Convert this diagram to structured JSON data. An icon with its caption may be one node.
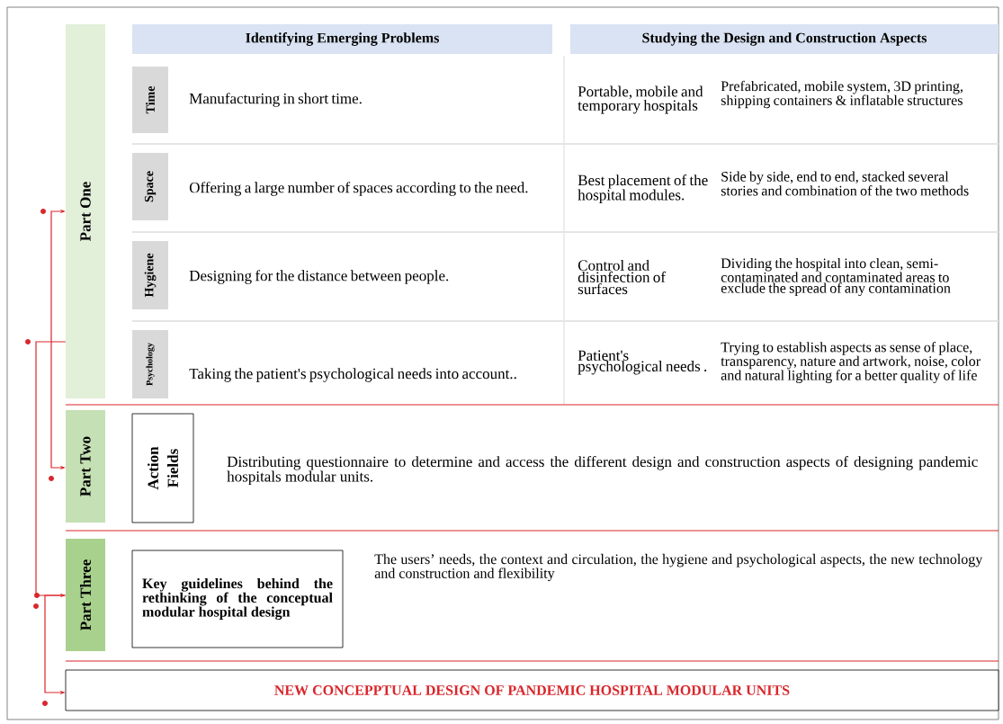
{
  "diagram": {
    "nodes": [
      {
        "text": [
          "Part One"
        ]
      },
      {
        "text": [
          "Identifying Emerging Problems"
        ]
      },
      {
        "text": [
          "Studying the Design and Construction Aspects"
        ]
      },
      {
        "text": [
          "Time"
        ]
      },
      {
        "text": [
          "Space"
        ]
      },
      {
        "text": [
          "Hygiene"
        ]
      },
      {
        "text": [
          "Psychology"
        ]
      },
      {
        "text": [
          "Part Two"
        ]
      },
      {
        "text": [
          "Action Fields"
        ]
      },
      {
        "text": [
          "Part Three"
        ]
      },
      {
        "text": [
          "Key guidelines behind the rethinking of the conceptual modular hospital design"
        ]
      },
      {
        "text": [
          "NEW CONCEPPTUAL DESIGN OF PANDEMIC HOSPITAL MODULAR UNITS"
        ]
      }
    ],
    "edges": [
      {
        "from": 0,
        "to": 7,
        "arrow": "both",
        "color": "#d9262b"
      },
      {
        "from": 0,
        "to": 9,
        "arrow": "to",
        "color": "#d9262b"
      },
      {
        "from": 9,
        "to": 11,
        "arrow": "to",
        "color": "#d9262b"
      }
    ],
    "labels": [
      "Manufacturing in short time.",
      "Portable, mobile and temporary hospitals",
      "Prefabricated, mobile system, 3D printing, shipping containers & inflatable structures",
      "Offering a large number of spaces according to the need.",
      "Best placement of the hospital modules.",
      "Side by side, end to end, stacked several stories and combination of the two methods",
      "Designing for the distance between people.",
      "Control and disinfection of surfaces",
      "Dividing the hospital into clean, semi-contaminated and contaminated areas to exclude the spread of any contamination",
      "Taking the patient's psychological needs into account..",
      "Patient's psychological needs .",
      "Trying to establish aspects as sense of place, transparency, nature and artwork, noise, color and natural lighting for a better quality of life",
      "Distributing questionnaire to determine and access the different design and construction aspects of designing pandemic hospitals modular units.",
      "The users’ needs, the context and circulation, the hygiene and psychological aspects, the new technology and construction and flexibility"
    ]
  }
}
